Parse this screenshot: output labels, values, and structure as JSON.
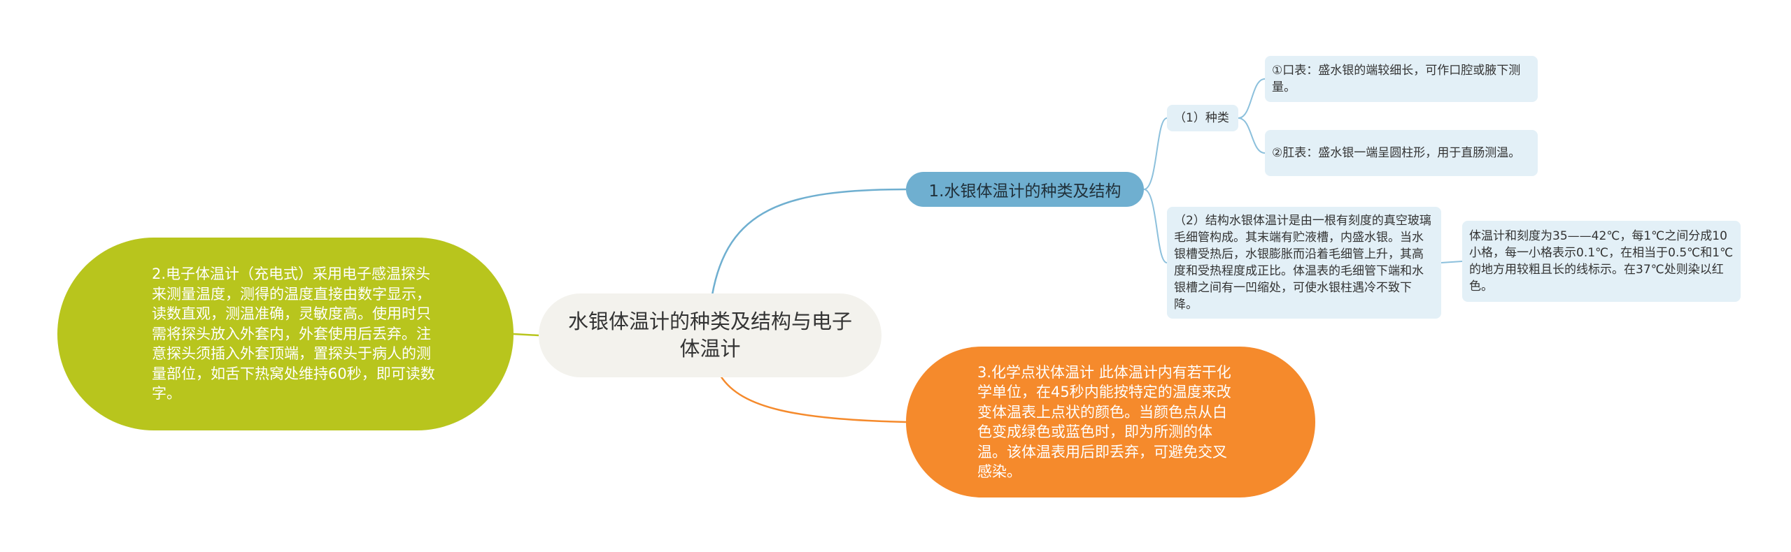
{
  "central": {
    "title": "水银体温计的种类及结构与电子体温计"
  },
  "branch1": {
    "label": "1.水银体温计的种类及结构",
    "kinds": {
      "label": "（1）种类",
      "oral": "①口表：盛水银的端较细长，可作口腔或腋下测量。",
      "rectal": "②肛表：盛水银一端呈圆柱形，用于直肠测温。"
    },
    "structure": {
      "label": "（2）结构水银体温计是由一根有刻度的真空玻璃毛细管构成。其末端有贮液槽，内盛水银。当水银槽受热后，水银膨胀而沿着毛细管上升，其高度和受热程度成正比。体温表的毛细管下端和水银槽之间有一凹缩处，可使水银柱遇冷不致下降。",
      "scale": "体温计和刻度为35——42℃，每1℃之间分成10小格，每一小格表示0.1℃，在相当于0.5℃和1℃的地方用较粗且长的线标示。在37℃处则染以红色。"
    }
  },
  "branch2": {
    "label": "2.电子体温计（充电式）采用电子感温探头来测量温度，测得的温度直接由数字显示，读数直观，测温准确，灵敏度高。使用时只需将探头放入外套内，外套使用后丢弃。注意探头须插入外套顶端，置探头于病人的测量部位，如舌下热窝处维持60秒，即可读数字。"
  },
  "branch3": {
    "label": "3.化学点状体温计 此体温计内有若干化学单位，在45秒内能按特定的温度来改变体温表上点状的颜色。当颜色点从白色变成绿色或蓝色时，即为所测的体温。该体温表用后即丢弃，可避免交叉感染。"
  },
  "colors": {
    "central_bg": "#f3f2ed",
    "branch1": "#6fafd0",
    "branch2": "#b8c51d",
    "branch3": "#f58a2c",
    "sub_bg": "#e3f0f7",
    "sub_line": "#8cc0dc"
  }
}
